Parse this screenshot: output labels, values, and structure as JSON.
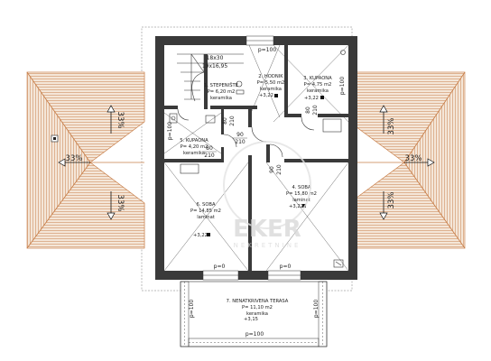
{
  "rooms": {
    "stairs_top": {
      "line1": "18x30",
      "line2": "19x16,95"
    },
    "stepeniste": {
      "name": "1. STEPENIŠTE",
      "area": "P= 6,20 m2",
      "floor": "keramika"
    },
    "hodnik": {
      "name": "2. HODNIK",
      "area": "P= 5,50 m2",
      "floor": "keramika",
      "level": "+3,22"
    },
    "kupaona3": {
      "name": "3. KUPAONA",
      "area": "P= 4,75 m2",
      "floor": "keramika",
      "level": "+3,22"
    },
    "kupaona5": {
      "name": "5. KUPAONA",
      "area": "P= 4,20 m2",
      "floor": "keramika"
    },
    "soba4": {
      "name": "4. SOBA",
      "area": "P= 15,80 m2",
      "floor": "laminat",
      "level": "+3,22"
    },
    "soba6": {
      "name": "6. SOBA",
      "area": "P= 14,85 m2",
      "floor": "laminat",
      "level": "+3,22"
    },
    "terasa": {
      "name": "7. NENATKRIVENA TERASA",
      "area": "P= 11,10 m2",
      "floor": "keramika",
      "level": "+3,15"
    }
  },
  "doors": {
    "d90_210_a": {
      "w": "90",
      "h": "210"
    },
    "d80_210": {
      "w": "80",
      "h": "210"
    },
    "d90_210_b": {
      "w": "90",
      "h": "210"
    },
    "d80_210_hodnik": {
      "w": "80",
      "h": "210"
    },
    "d80_210_kup": {
      "w": "80",
      "h": "210"
    }
  },
  "windows": {
    "top": "p=100",
    "left": "p=100",
    "right": "p=100",
    "bottom_left": "p=0",
    "bottom_right": "p=0",
    "terrace_left": "p=100",
    "terrace_right": "p=100",
    "terrace_bottom": "p=100"
  },
  "roof": {
    "left_top": "33%",
    "left_mid": "33%",
    "left_bottom": "33%",
    "right_top": "33%",
    "right_mid": "33%",
    "right_bottom": "33%"
  },
  "watermark": {
    "brand": "EKER",
    "sub": "NEKRETNINE"
  }
}
